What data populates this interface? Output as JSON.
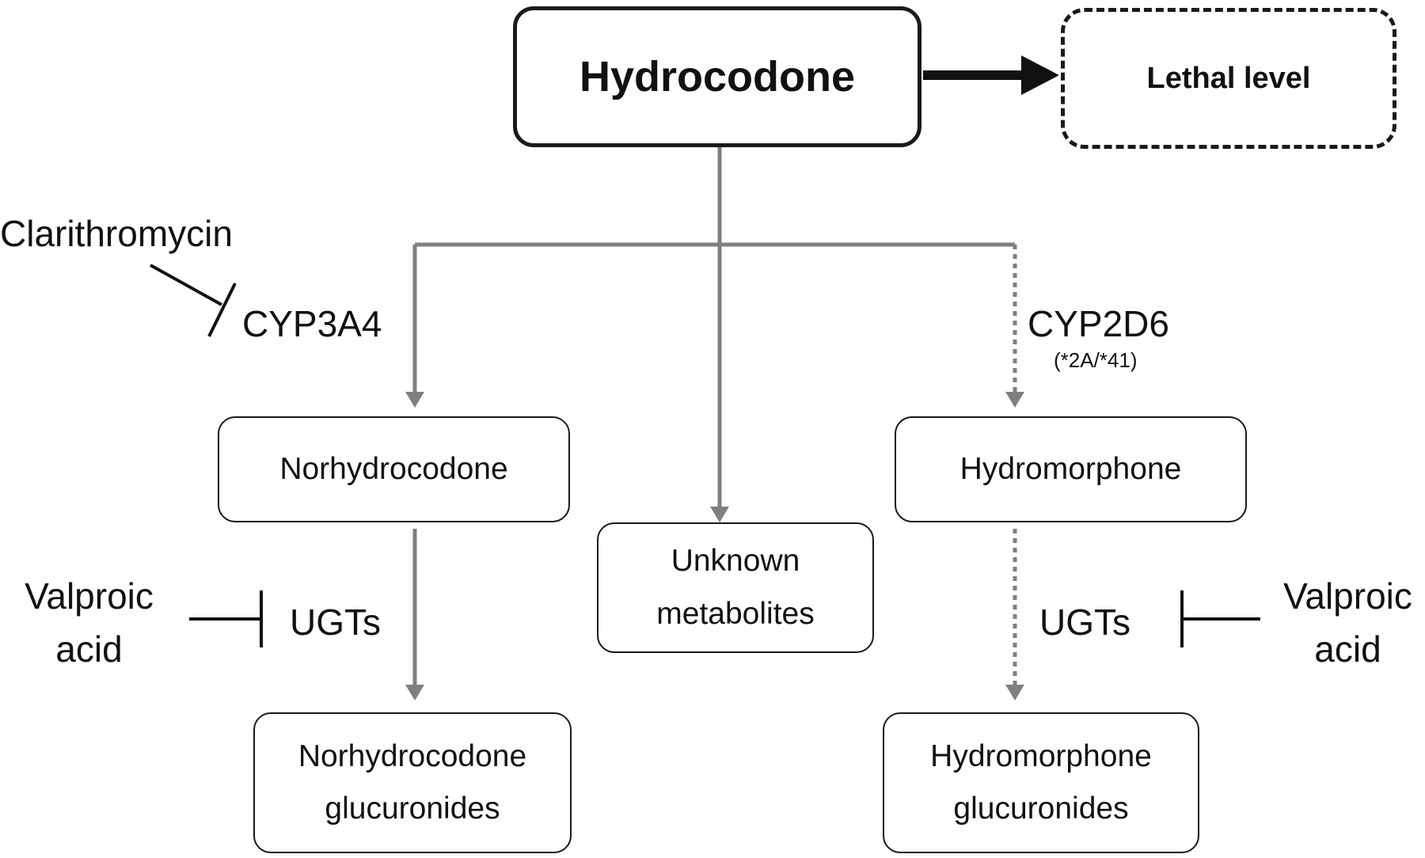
{
  "nodes": {
    "hydrocodone": "Hydrocodone",
    "lethal": "Lethal level",
    "norhydrocodone": "Norhydrocodone",
    "unknown": {
      "line1": "Unknown",
      "line2": "metabolites"
    },
    "hydromorphone": "Hydromorphone",
    "norhydrocodone_gluc": {
      "line1": "Norhydrocodone",
      "line2": "glucuronides"
    },
    "hydromorphone_gluc": {
      "line1": "Hydromorphone",
      "line2": "glucuronides"
    }
  },
  "labels": {
    "clarithromycin": "Clarithromycin",
    "cyp3a4": "CYP3A4",
    "cyp2d6": "CYP2D6",
    "cyp2d6_genotype": "(*2A/*41)",
    "ugts_left": "UGTs",
    "ugts_right": "UGTs",
    "valproic_left": {
      "line1": "Valproic",
      "line2": "acid"
    },
    "valproic_right": {
      "line1": "Valproic",
      "line2": "acid"
    }
  },
  "colors": {
    "box_border": "#1a1a1a",
    "pathway_line": "#7f7f7f",
    "inhibitor_line": "#111111"
  },
  "edge_styles": {
    "cyp3a4_pathway": "solid",
    "unknown_pathway": "solid",
    "cyp2d6_pathway": "dotted",
    "hydromorphone_ugt_pathway": "dotted",
    "norhydrocodone_ugt_pathway": "solid"
  }
}
